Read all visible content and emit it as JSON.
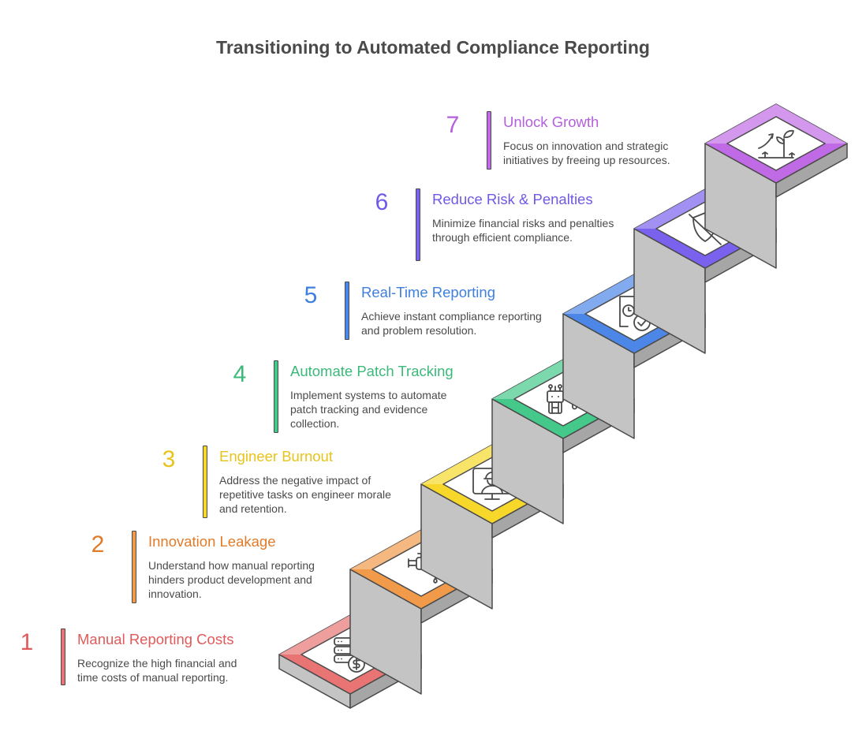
{
  "title": "Transitioning to Automated Compliance Reporting",
  "steps": [
    {
      "number": "1",
      "heading": "Manual Reporting Costs",
      "description": "Recognize the high financial and time costs of manual reporting.",
      "color": "#e05a5a",
      "bar_color": "#e87474",
      "icon": "server-dollar-icon"
    },
    {
      "number": "2",
      "heading": "Innovation Leakage",
      "description": "Understand how manual reporting hinders product development and innovation.",
      "color": "#e07b2a",
      "bar_color": "#f09a4a",
      "icon": "leaking-faucet-icon"
    },
    {
      "number": "3",
      "heading": "Engineer Burnout",
      "description": "Address the negative impact of repetitive tasks on engineer morale and retention.",
      "color": "#e8c31b",
      "bar_color": "#f7d82a",
      "icon": "engineer-monitor-icon"
    },
    {
      "number": "4",
      "heading": "Automate Patch Tracking",
      "description": "Implement systems to automate patch tracking and evidence collection.",
      "color": "#3bb97a",
      "bar_color": "#44c98a",
      "icon": "robot-wrench-icon"
    },
    {
      "number": "5",
      "heading": "Real-Time Reporting",
      "description": "Achieve instant compliance reporting and problem resolution.",
      "color": "#3f7fe0",
      "bar_color": "#4c86e6",
      "icon": "document-clock-check-icon"
    },
    {
      "number": "6",
      "heading": "Reduce Risk & Penalties",
      "description": "Minimize financial risks and penalties through efficient compliance.",
      "color": "#6f59e8",
      "bar_color": "#7a62ee",
      "icon": "shield-off-icon"
    },
    {
      "number": "7",
      "heading": "Unlock Growth",
      "description": "Focus on innovation and strategic initiatives by freeing up resources.",
      "color": "#b45ee0",
      "bar_color": "#c06ae6",
      "icon": "growth-plant-icon"
    }
  ]
}
